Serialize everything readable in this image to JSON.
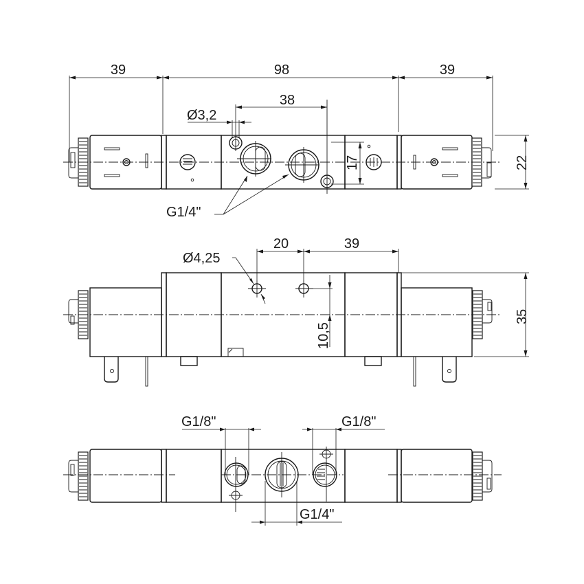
{
  "drawing": {
    "title": "Solenoid valve dimensional drawing",
    "views": [
      "top-view",
      "front-view",
      "bottom-view"
    ],
    "top_view": {
      "dimensions": {
        "left_coil_length": "39",
        "body_length": "98",
        "right_coil_length": "39",
        "port_spacing": "38",
        "mount_hole_dia": "Ø3,2",
        "port_height": "17",
        "body_width": "22",
        "port_thread": "G1/4\""
      }
    },
    "front_view": {
      "dimensions": {
        "hole_dia": "Ø4,25",
        "hole_spacing": "20",
        "hole_to_end": "39",
        "hole_offset": "10,5",
        "body_height": "35"
      }
    },
    "bottom_view": {
      "dimensions": {
        "left_pilot_port": "G1/8\"",
        "right_pilot_port": "G1/8\"",
        "main_port": "G1/4\""
      }
    }
  }
}
